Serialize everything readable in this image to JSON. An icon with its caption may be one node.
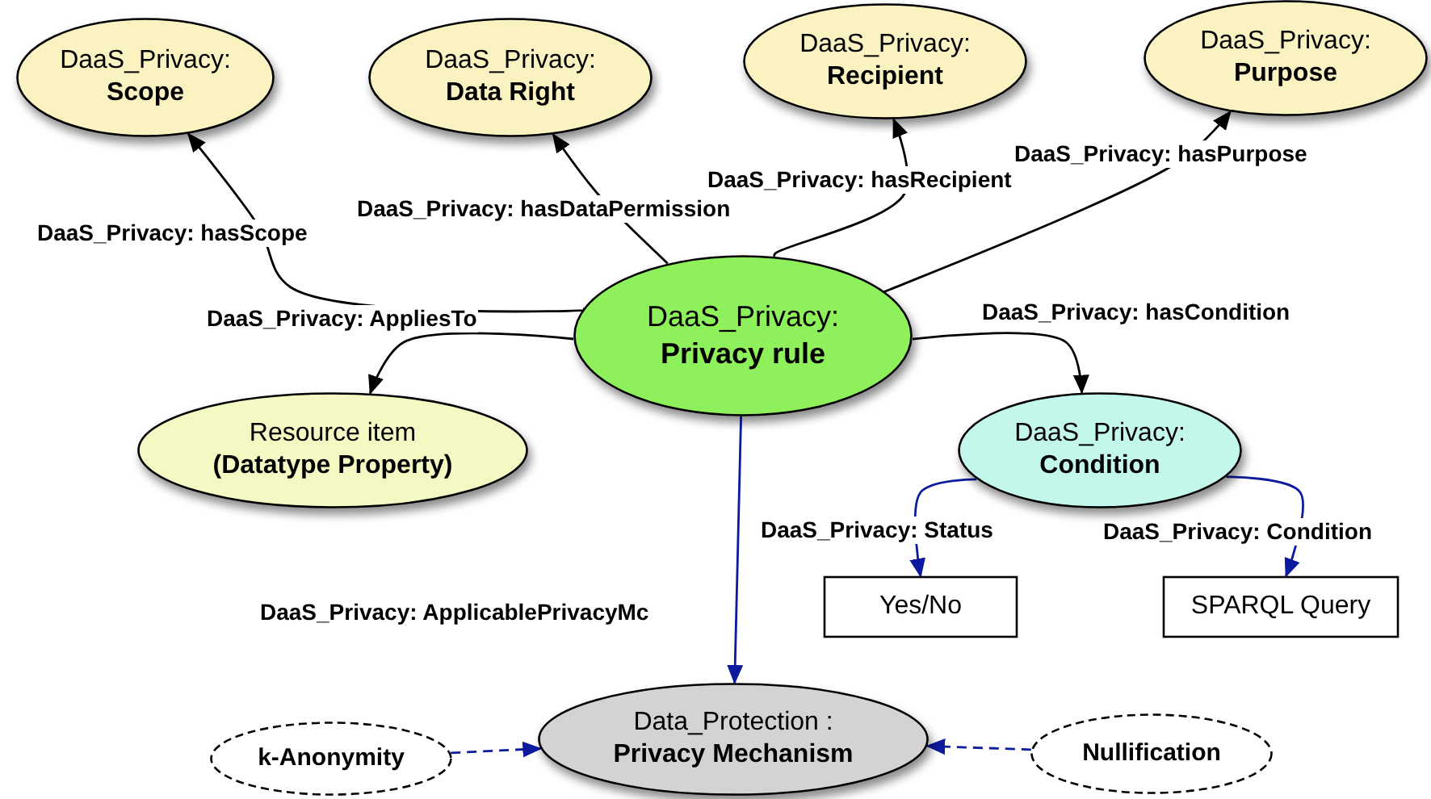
{
  "diagram": {
    "nodes": [
      {
        "text": [
          "DaaS_Privacy:",
          "Scope"
        ]
      },
      {
        "text": [
          "DaaS_Privacy:",
          "Data Right"
        ]
      },
      {
        "text": [
          "DaaS_Privacy:",
          "Recipient"
        ]
      },
      {
        "text": [
          "DaaS_Privacy:",
          "Purpose"
        ]
      },
      {
        "text": [
          "DaaS_Privacy:",
          "Privacy rule"
        ]
      },
      {
        "text": [
          "Resource item",
          "(Datatype Property)"
        ]
      },
      {
        "text": [
          "DaaS_Privacy:",
          "Condition"
        ]
      },
      {
        "text": [
          "Yes/No"
        ]
      },
      {
        "text": [
          "SPARQL Query"
        ]
      },
      {
        "text": [
          "Data_Protection :",
          "Privacy Mechanism"
        ]
      },
      {
        "text": [
          "k-Anonymity"
        ]
      },
      {
        "text": [
          "Nullification"
        ]
      }
    ],
    "edges": [
      {
        "from": 4,
        "to": 0,
        "arrow": "to",
        "label": "DaaS_Privacy: hasScope"
      },
      {
        "from": 4,
        "to": 1,
        "arrow": "to",
        "label": "DaaS_Privacy: hasDataPermission"
      },
      {
        "from": 4,
        "to": 2,
        "arrow": "to",
        "label": "DaaS_Privacy: hasRecipient"
      },
      {
        "from": 4,
        "to": 3,
        "arrow": "to",
        "label": "DaaS_Privacy: hasPurpose"
      },
      {
        "from": 4,
        "to": 5,
        "arrow": "to",
        "label": "DaaS_Privacy: AppliesTo"
      },
      {
        "from": 4,
        "to": 6,
        "arrow": "to",
        "label": "DaaS_Privacy: hasCondition"
      },
      {
        "from": 4,
        "to": 9,
        "arrow": "to",
        "label": "DaaS_Privacy: ApplicablePrivacyMc",
        "color": "#0c1a9e"
      },
      {
        "from": 6,
        "to": 7,
        "arrow": "to",
        "label": "DaaS_Privacy: Status",
        "color": "#0c1a9e"
      },
      {
        "from": 6,
        "to": 8,
        "arrow": "to",
        "label": "DaaS_Privacy: Condition",
        "color": "#0c1a9e"
      },
      {
        "from": 10,
        "to": 9,
        "arrow": "to",
        "style": "dashed",
        "color": "#0c1a9e"
      },
      {
        "from": 11,
        "to": 9,
        "arrow": "to",
        "style": "dashed",
        "color": "#0c1a9e"
      }
    ]
  }
}
